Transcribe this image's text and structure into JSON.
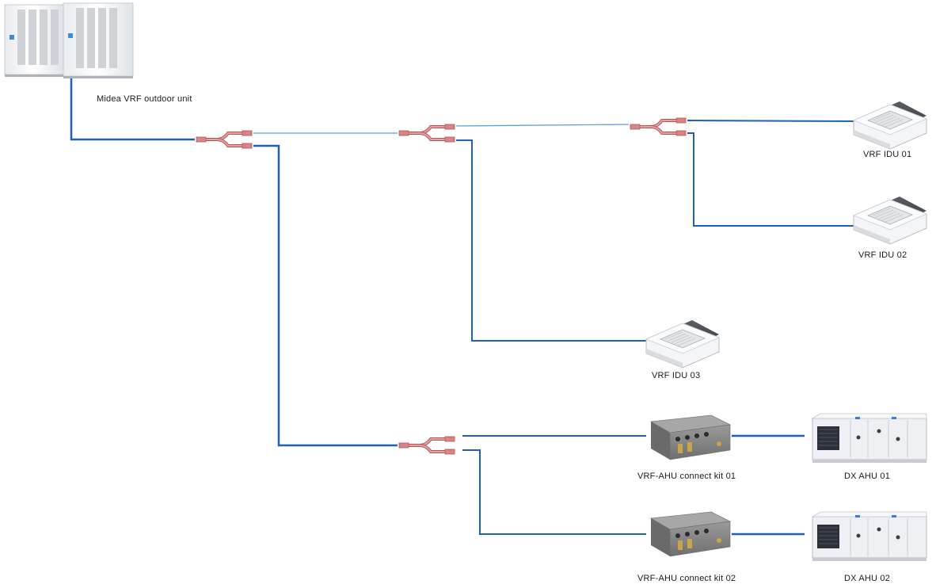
{
  "labels": {
    "outdoor_unit": "Midea VRF outdoor unit",
    "idu_01": "VRF IDU 01",
    "idu_02": "VRF IDU 02",
    "idu_03": "VRF IDU 03",
    "kit_01": "VRF-AHU connect kit 01",
    "kit_02": "VRF-AHU connect kit 02",
    "ahu_01": "DX AHU 01",
    "ahu_02": "DX AHU 02"
  },
  "icons": {
    "outdoor_unit": "outdoor-unit-icon",
    "cassette": "cassette-unit-icon",
    "connect_kit": "connect-kit-icon",
    "ahu": "air-handling-unit-icon",
    "branch_joint": "refnet-joint-icon"
  },
  "colors": {
    "pipe": "#1f5fbf",
    "pipe_thin": "#5aa0e0",
    "joint": "#d98585",
    "joint_stroke": "#b05858"
  }
}
